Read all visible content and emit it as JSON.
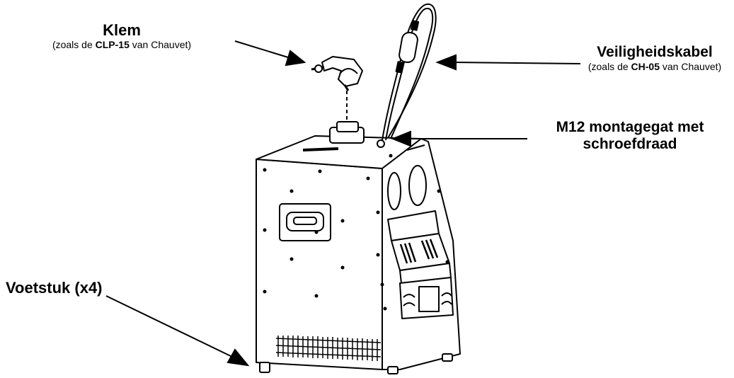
{
  "labels": {
    "klem": {
      "title": "Klem",
      "sub_pre": "(zoals de ",
      "sub_bold": "CLP-15",
      "sub_post": " van Chauvet)"
    },
    "kabel": {
      "title": "Veiligheidskabel",
      "sub_pre": "(zoals de ",
      "sub_bold": "CH-05",
      "sub_post": " van Chauvet)"
    },
    "m12": {
      "line1": "M12 montagegat met",
      "line2": "schroefdraad"
    },
    "voet": {
      "title": "Voetstuk (x4)"
    }
  }
}
